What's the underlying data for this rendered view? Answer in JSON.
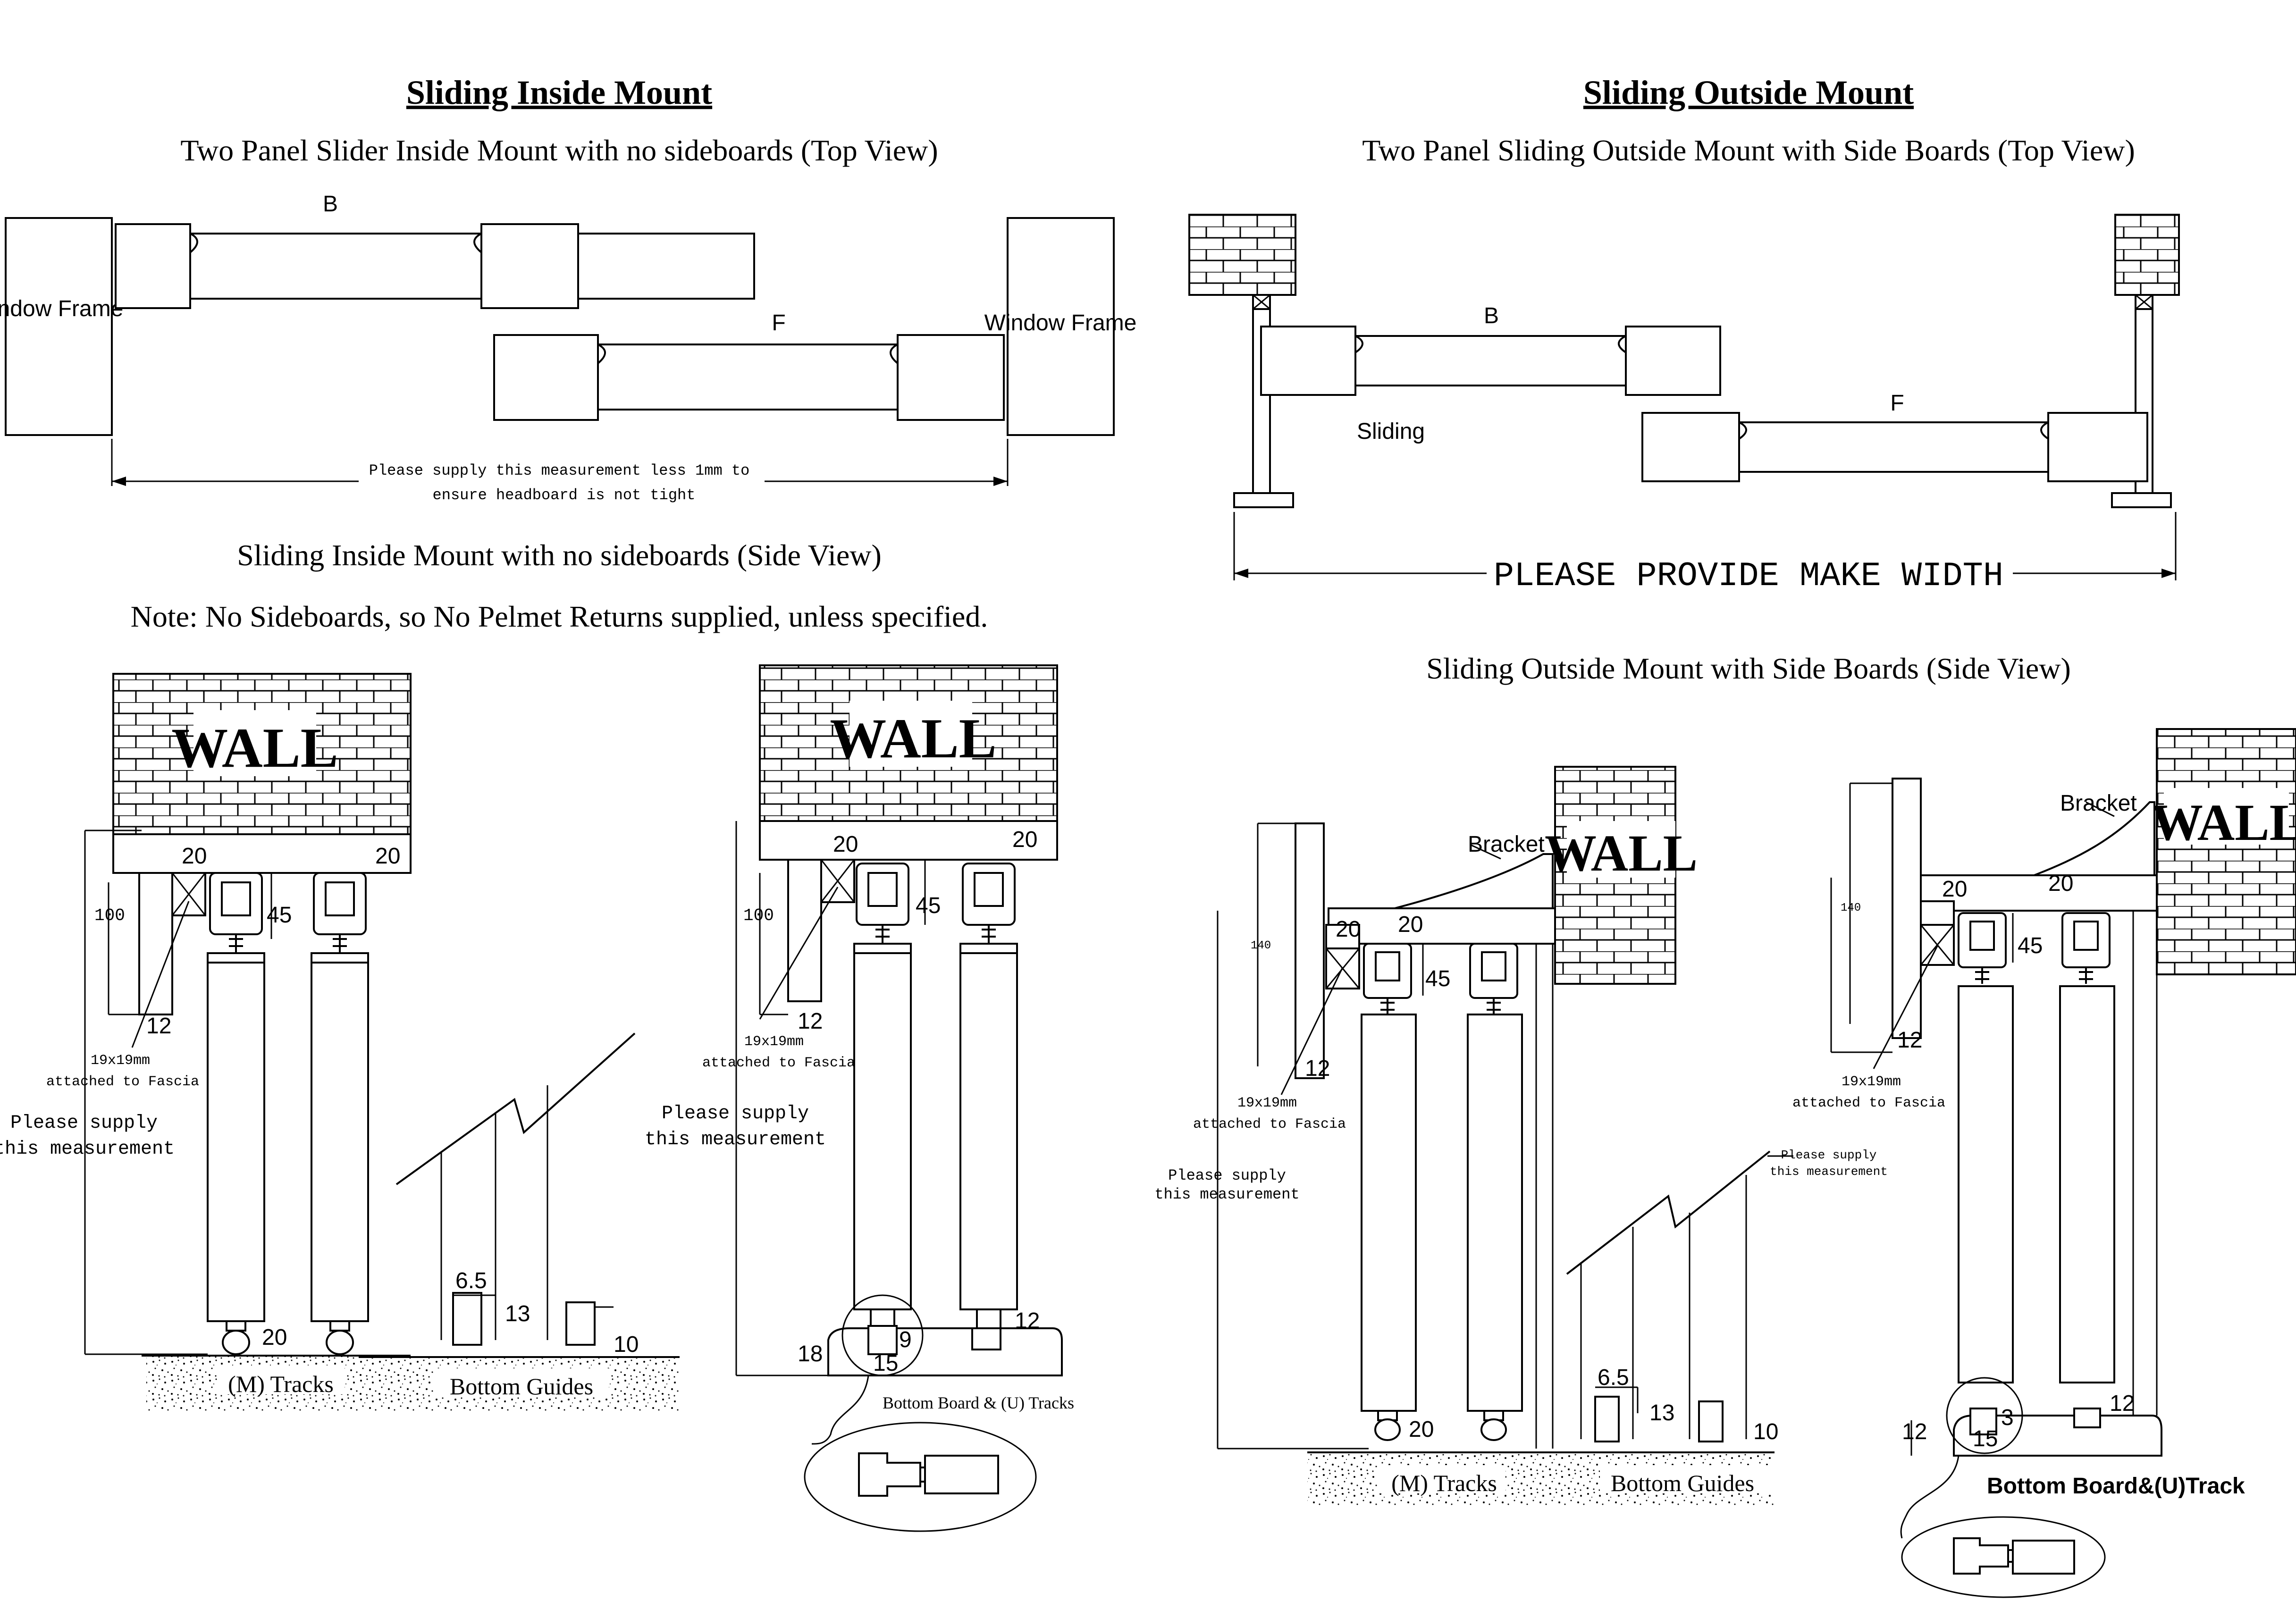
{
  "left": {
    "title": "Sliding Inside Mount",
    "top_view_caption": "Two Panel Slider Inside Mount with no sideboards (Top View)",
    "window_frame": "Window Frame",
    "label_b": "B",
    "label_f": "F",
    "measure_note_1": "Please supply this measurement less 1mm to",
    "measure_note_2": "ensure headboard is not tight",
    "side_view_caption": "Sliding Inside Mount with no sideboards (Side View)",
    "note": "Note: No Sideboards, so No Pelmet Returns supplied, unless specified.",
    "wall": "WALL",
    "fascia_1": "19x19mm",
    "fascia_2": "attached to Fascia",
    "supply_1": "Please supply",
    "supply_2": "this measurement",
    "m_tracks": "(M) Tracks",
    "bottom_guides": "Bottom Guides",
    "bottom_board_u": "Bottom Board & (U) Tracks",
    "dims": {
      "d20": "20",
      "d100": "100",
      "d45": "45",
      "d12": "12",
      "d6_5": "6.5",
      "d13": "13",
      "d10": "10",
      "d18": "18",
      "d9": "9",
      "d15": "15"
    }
  },
  "right": {
    "title": "Sliding Outside Mount",
    "top_view_caption": "Two Panel Sliding Outside Mount with Side Boards (Top View)",
    "label_b": "B",
    "label_f": "F",
    "sliding": "Sliding",
    "make_width": "PLEASE PROVIDE MAKE WIDTH",
    "side_view_caption": "Sliding Outside Mount with Side Boards (Side View)",
    "wall": "WALL",
    "bracket": "Bracket",
    "fascia_1": "19x19mm",
    "fascia_2": "attached to Fascia",
    "supply_1": "Please supply",
    "supply_2": "this measurement",
    "m_tracks": "(M) Tracks",
    "bottom_guides": "Bottom Guides",
    "bottom_board_u": "Bottom Board&(U)Track",
    "dims": {
      "d140": "140",
      "d20": "20",
      "d45": "45",
      "d12": "12",
      "d6_5": "6.5",
      "d13": "13",
      "d10": "10",
      "d15": "15",
      "d3": "3"
    }
  }
}
